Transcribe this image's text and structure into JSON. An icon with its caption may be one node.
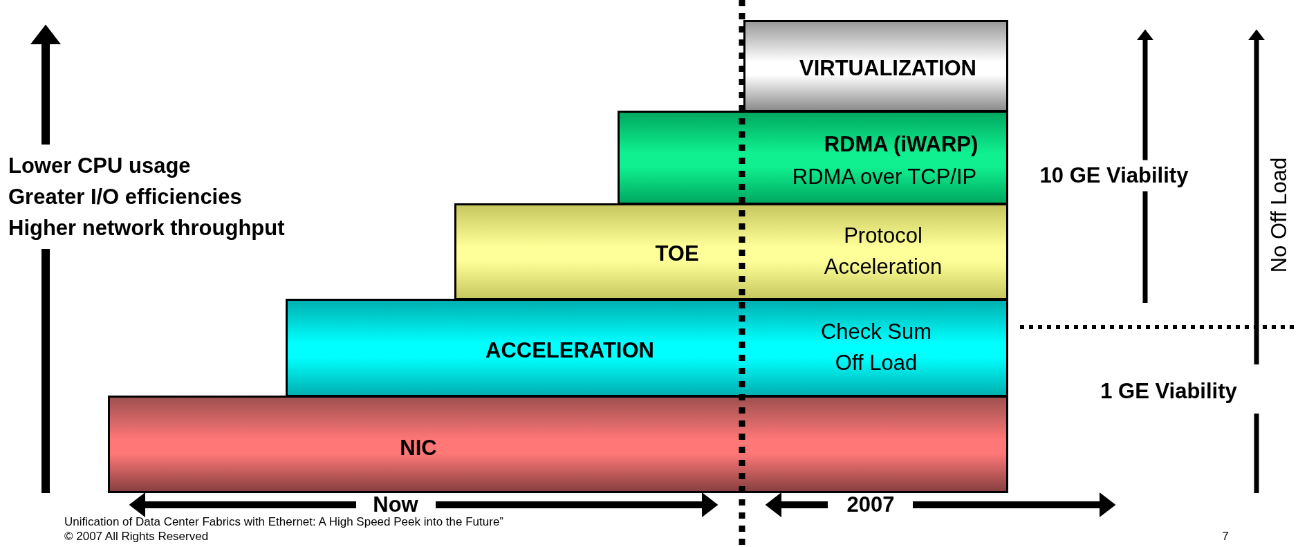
{
  "diagram": {
    "nodes": [
      {
        "text": [
          "VIRTUALIZATION"
        ]
      },
      {
        "text": [
          "RDMA (iWARP)",
          "RDMA over TCP/IP"
        ]
      },
      {
        "text": [
          "TOE",
          "Protocol Acceleration"
        ]
      },
      {
        "text": [
          "ACCELERATION",
          "Check Sum Off Load"
        ]
      },
      {
        "text": [
          "NIC"
        ]
      }
    ],
    "edges": [],
    "labels": [
      "Lower CPU usage",
      "Greater I/O efficiencies",
      "Higher network throughput",
      "10 GE Viability",
      "No Off Load",
      "1 GE Viability",
      "Now",
      "2007",
      "Unification of Data Center Fabrics with Ethernet: A High Speed Peek into the Future”",
      "© 2007 All Rights Reserved",
      "7"
    ]
  }
}
